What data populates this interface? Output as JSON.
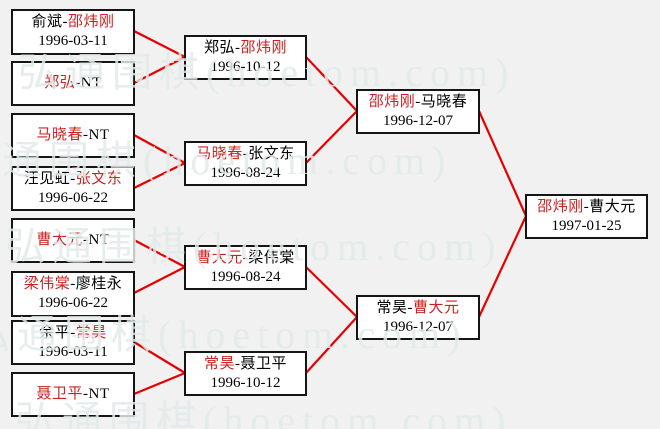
{
  "ui": {
    "sep": "-"
  },
  "watermark": {
    "text": "弘通围棋(hoetom.com)",
    "color": "#e2eaea"
  },
  "colors": {
    "winner_red": "#cc2222",
    "player_black": "#000000",
    "line_red": "#e80000"
  },
  "bracket": {
    "round1": [
      {
        "p1": "俞斌",
        "p1_color": "#000000",
        "p2": "邵炜刚",
        "p2_color": "#cc2222",
        "date": "1996-03-11"
      },
      {
        "p1": "郑弘",
        "p1_color": "#cc2222",
        "p2": "NT",
        "p2_color": "#000000",
        "date": ""
      },
      {
        "p1": "马晓春",
        "p1_color": "#cc2222",
        "p2": "NT",
        "p2_color": "#000000",
        "date": ""
      },
      {
        "p1": "汪见虹",
        "p1_color": "#000000",
        "p2": "张文东",
        "p2_color": "#cc2222",
        "date": "1996-06-22"
      },
      {
        "p1": "曹大元",
        "p1_color": "#cc2222",
        "p2": "NT",
        "p2_color": "#000000",
        "date": ""
      },
      {
        "p1": "梁伟棠",
        "p1_color": "#cc2222",
        "p2": "廖桂永",
        "p2_color": "#000000",
        "date": "1996-06-22"
      },
      {
        "p1": "余平",
        "p1_color": "#000000",
        "p2": "常昊",
        "p2_color": "#cc2222",
        "date": "1996-03-11"
      },
      {
        "p1": "聂卫平",
        "p1_color": "#cc2222",
        "p2": "NT",
        "p2_color": "#000000",
        "date": ""
      }
    ],
    "round2": [
      {
        "p1": "郑弘",
        "p1_color": "#000000",
        "p2": "邵炜刚",
        "p2_color": "#cc2222",
        "date": "1996-10-12"
      },
      {
        "p1": "马晓春",
        "p1_color": "#cc2222",
        "p2": "张文东",
        "p2_color": "#000000",
        "date": "1996-08-24"
      },
      {
        "p1": "曹大元",
        "p1_color": "#cc2222",
        "p2": "梁伟棠",
        "p2_color": "#000000",
        "date": "1996-08-24"
      },
      {
        "p1": "常昊",
        "p1_color": "#cc2222",
        "p2": "聂卫平",
        "p2_color": "#000000",
        "date": "1996-10-12"
      }
    ],
    "semifinals": [
      {
        "p1": "邵炜刚",
        "p1_color": "#cc2222",
        "p2": "马晓春",
        "p2_color": "#000000",
        "date": "1996-12-07"
      },
      {
        "p1": "常昊",
        "p1_color": "#000000",
        "p2": "曹大元",
        "p2_color": "#cc2222",
        "date": "1996-12-07"
      }
    ],
    "final": [
      {
        "p1": "邵炜刚",
        "p1_color": "#cc2222",
        "p2": "曹大元",
        "p2_color": "#000000",
        "date": "1997-01-25"
      }
    ]
  }
}
